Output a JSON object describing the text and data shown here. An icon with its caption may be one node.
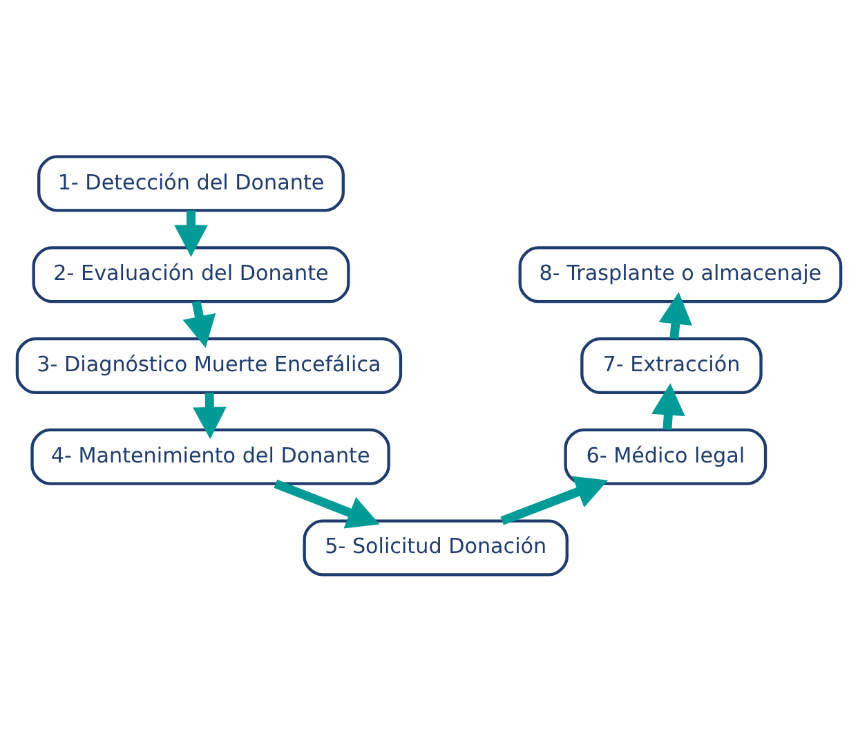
{
  "diagram": {
    "nodes": [
      {
        "text": [
          "1- Detección del Donante"
        ]
      },
      {
        "text": [
          "2- Evaluación del Donante"
        ]
      },
      {
        "text": [
          "3- Diagnóstico Muerte Encefálica"
        ]
      },
      {
        "text": [
          "4- Mantenimiento del Donante"
        ]
      },
      {
        "text": [
          "5- Solicitud Donación"
        ]
      },
      {
        "text": [
          "6- Médico legal"
        ]
      },
      {
        "text": [
          "7- Extracción"
        ]
      },
      {
        "text": [
          "8- Trasplante o almacenaje"
        ]
      }
    ],
    "edges": [
      {
        "from": 0,
        "to": 1,
        "arrow": "to"
      },
      {
        "from": 1,
        "to": 2,
        "arrow": "to"
      },
      {
        "from": 2,
        "to": 3,
        "arrow": "to"
      },
      {
        "from": 3,
        "to": 4,
        "arrow": "to"
      },
      {
        "from": 4,
        "to": 5,
        "arrow": "to"
      },
      {
        "from": 5,
        "to": 6,
        "arrow": "to"
      },
      {
        "from": 6,
        "to": 7,
        "arrow": "to"
      }
    ]
  }
}
